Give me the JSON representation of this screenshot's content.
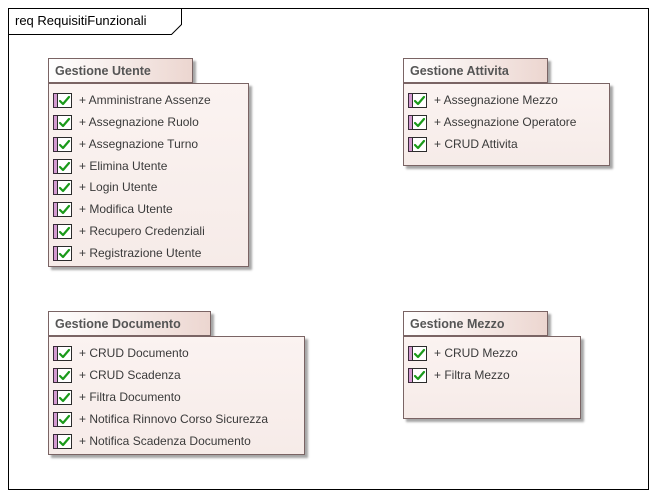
{
  "frame": {
    "title": "req RequisitiFunzionali"
  },
  "packages": [
    {
      "title": "Gestione Utente",
      "items": [
        "+ Amministrane Assenze",
        "+ Assegnazione Ruolo",
        "+ Assegnazione Turno",
        "+ Elimina Utente",
        "+ Login Utente",
        "+ Modifica Utente",
        "+ Recupero Credenziali",
        "+ Registrazione Utente"
      ]
    },
    {
      "title": "Gestione Attivita",
      "items": [
        "+ Assegnazione Mezzo",
        "+ Assegnazione Operatore",
        "+ CRUD Attivita"
      ]
    },
    {
      "title": "Gestione Documento",
      "items": [
        "+ CRUD Documento",
        "+ CRUD Scadenza",
        "+ Filtra Documento",
        "+ Notifica Rinnovo Corso Sicurezza",
        "+ Notifica Scadenza Documento"
      ]
    },
    {
      "title": "Gestione Mezzo",
      "items": [
        "+ CRUD Mezzo",
        "+ Filtra Mezzo"
      ]
    }
  ],
  "colors": {
    "check": "#1a9a1a",
    "requirement_strip": "#d39ad0",
    "package_fill": "#f8eeeb",
    "package_border": "#7a6464"
  },
  "icons": {
    "requirement": "requirement-check-icon"
  }
}
